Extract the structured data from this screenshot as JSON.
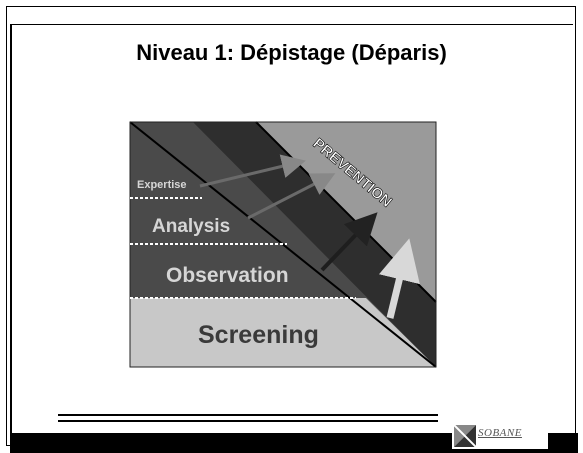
{
  "slide": {
    "title": "Niveau 1: Dépistage (Déparis)"
  },
  "diagram": {
    "levels": [
      {
        "label": "Screening",
        "color": "#c8c8c8",
        "text_color": "#3a3a3a"
      },
      {
        "label": "Observation",
        "color": "#4a4a4a",
        "text_color": "#d6d6d6"
      },
      {
        "label": "Analysis",
        "color": "#3c3c3c",
        "text_color": "#d6d6d6"
      },
      {
        "label": "Expertise",
        "color": "#3c3c3c",
        "text_color": "#d6d6d6"
      }
    ],
    "prevention_label": "PREVENTION",
    "prevention_color": "#9a9a9a"
  },
  "footer": {
    "logo_text": "SOBANE"
  }
}
